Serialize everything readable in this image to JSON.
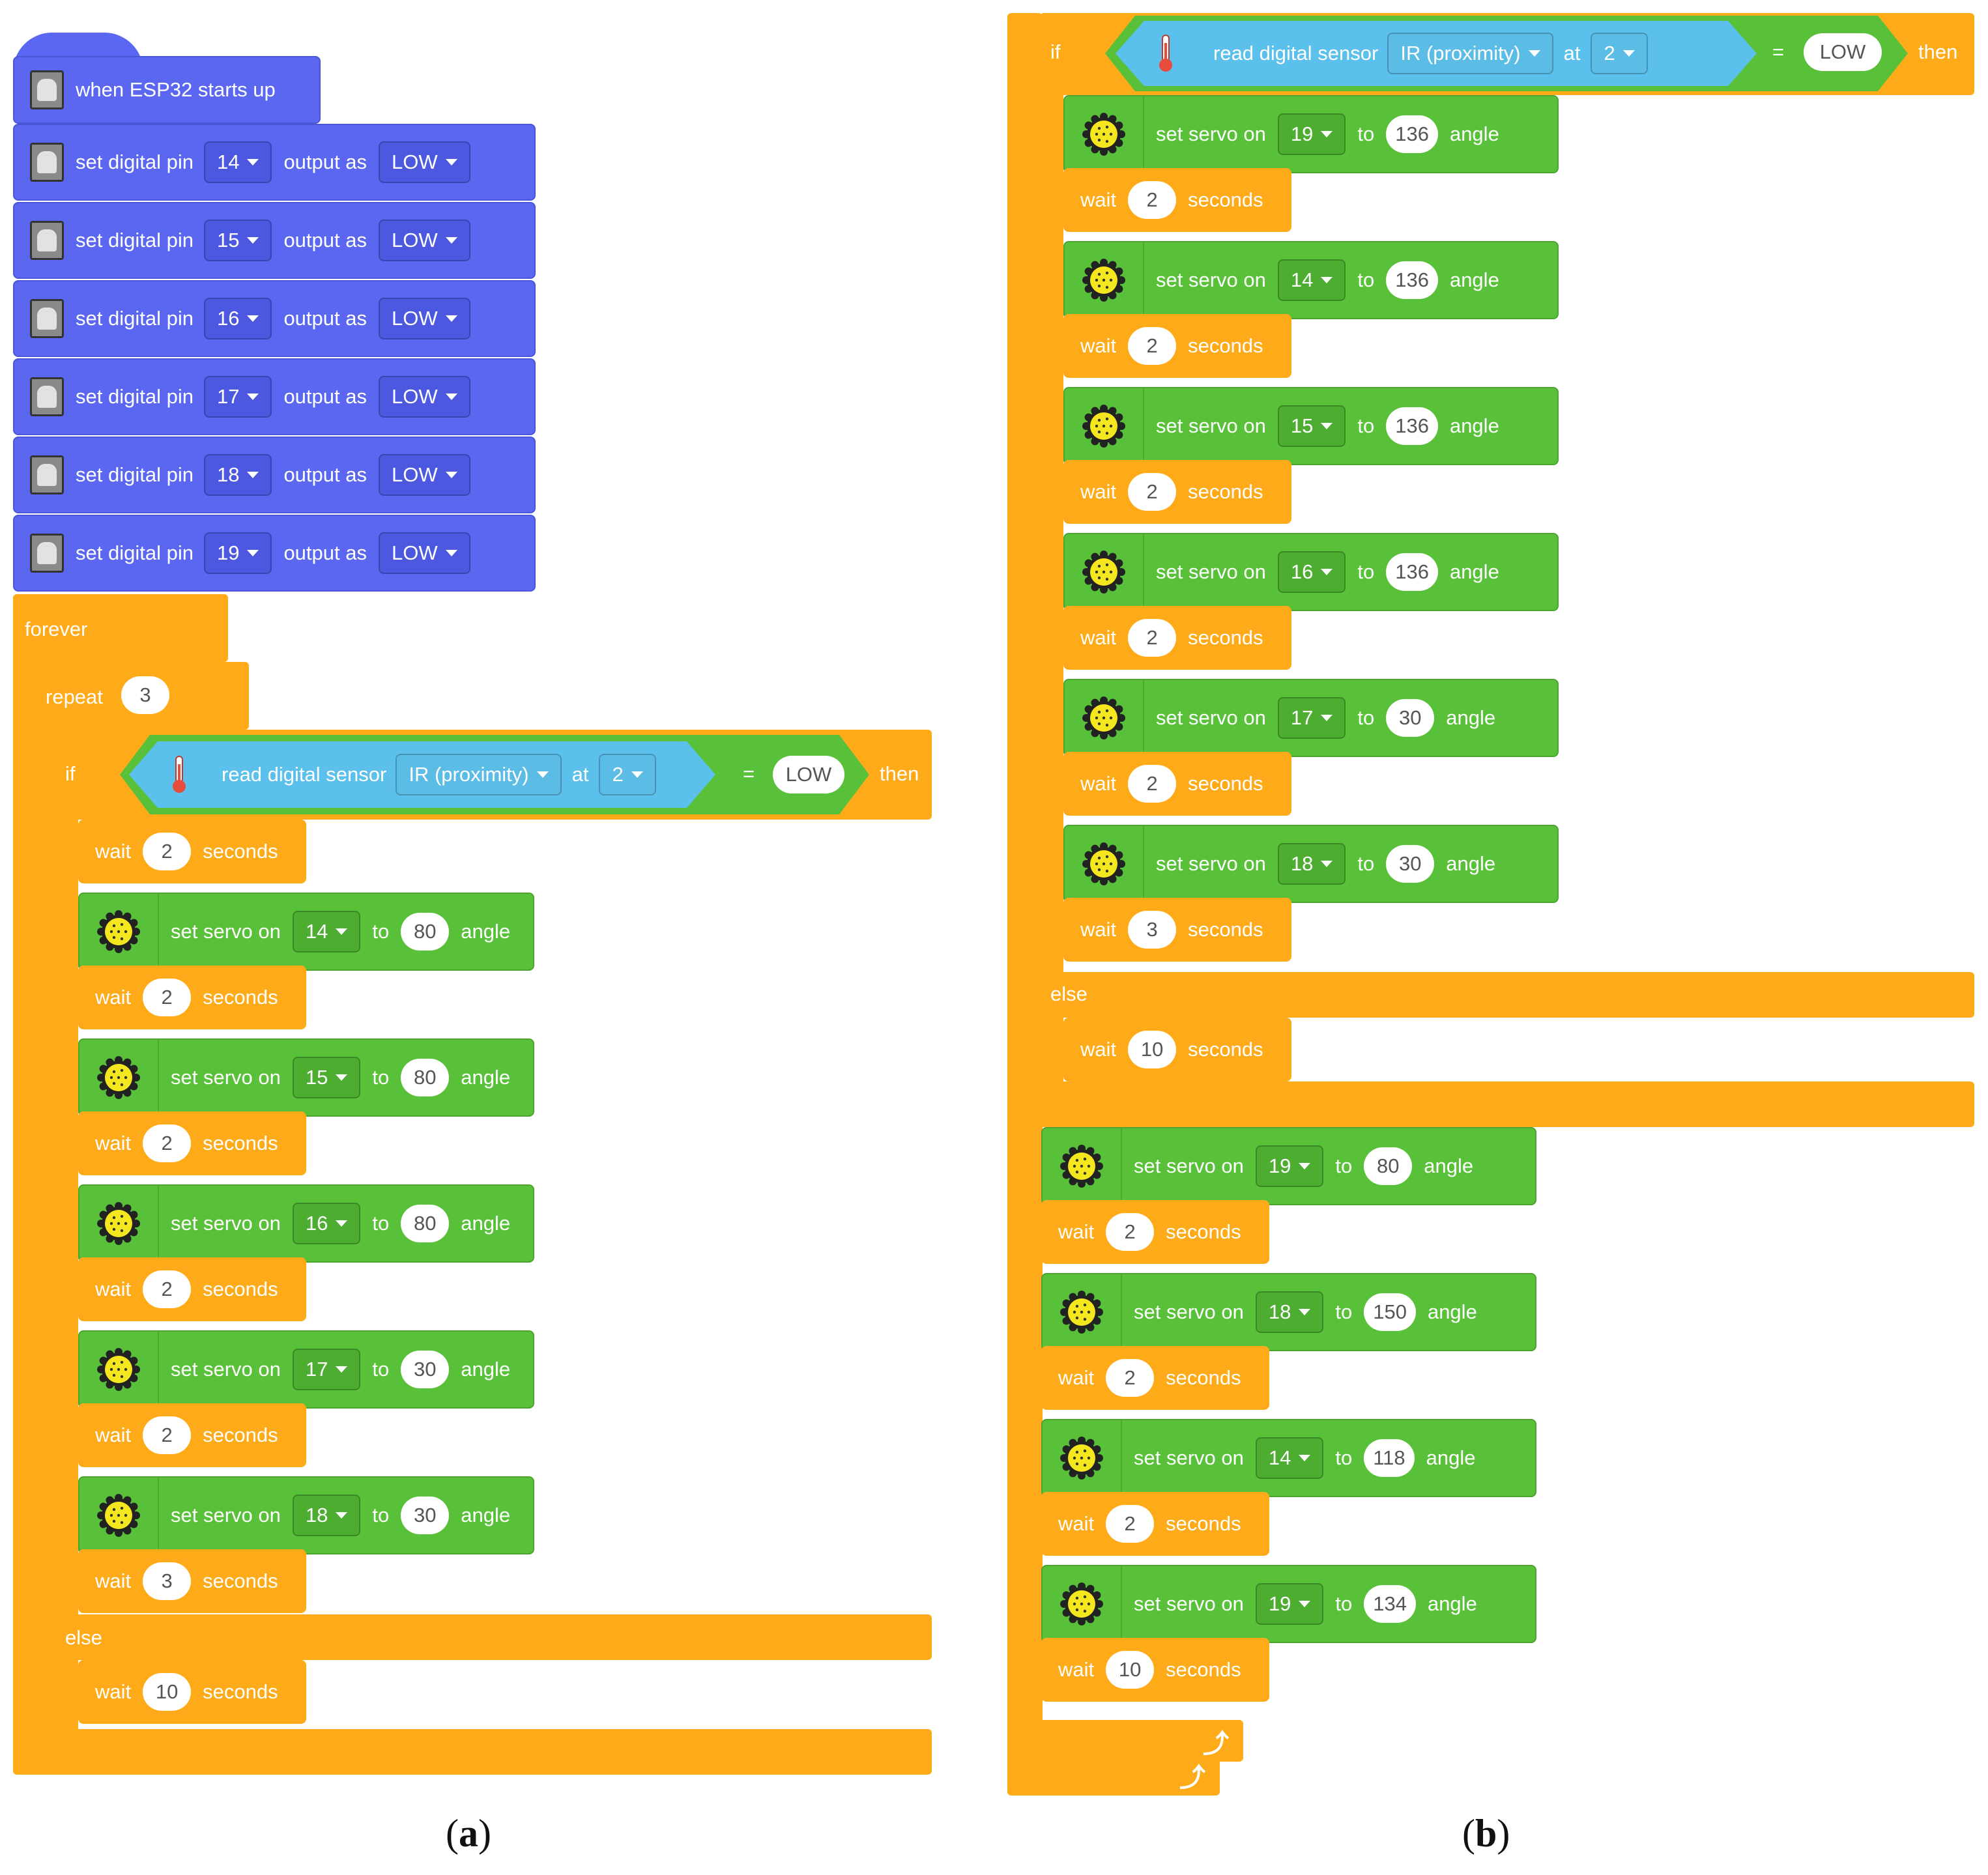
{
  "panel_a": {
    "caption_letter": "a",
    "hat_label": "when ESP32 starts up",
    "pin_blocks": [
      {
        "label": "set digital pin",
        "pin": "14",
        "mid": "output as",
        "level": "LOW"
      },
      {
        "label": "set digital pin",
        "pin": "15",
        "mid": "output as",
        "level": "LOW"
      },
      {
        "label": "set digital pin",
        "pin": "16",
        "mid": "output as",
        "level": "LOW"
      },
      {
        "label": "set digital pin",
        "pin": "17",
        "mid": "output as",
        "level": "LOW"
      },
      {
        "label": "set digital pin",
        "pin": "18",
        "mid": "output as",
        "level": "LOW"
      },
      {
        "label": "set digital pin",
        "pin": "19",
        "mid": "output as",
        "level": "LOW"
      }
    ],
    "forever_label": "forever",
    "repeat_label": "repeat",
    "repeat_count": "3",
    "if_label": "if",
    "then_label": "then",
    "else_label": "else",
    "sensor": {
      "label": "read digital sensor",
      "type": "IR (proximity)",
      "at_label": "at",
      "pin": "2",
      "eq": "=",
      "value": "LOW"
    },
    "then_steps": [
      {
        "kind": "wait",
        "label": "wait",
        "value": "2",
        "unit": "seconds"
      },
      {
        "kind": "servo",
        "label": "set servo on",
        "pin": "14",
        "to": "to",
        "value": "80",
        "unit": "angle"
      },
      {
        "kind": "wait",
        "label": "wait",
        "value": "2",
        "unit": "seconds"
      },
      {
        "kind": "servo",
        "label": "set servo on",
        "pin": "15",
        "to": "to",
        "value": "80",
        "unit": "angle"
      },
      {
        "kind": "wait",
        "label": "wait",
        "value": "2",
        "unit": "seconds"
      },
      {
        "kind": "servo",
        "label": "set servo on",
        "pin": "16",
        "to": "to",
        "value": "80",
        "unit": "angle"
      },
      {
        "kind": "wait",
        "label": "wait",
        "value": "2",
        "unit": "seconds"
      },
      {
        "kind": "servo",
        "label": "set servo on",
        "pin": "17",
        "to": "to",
        "value": "30",
        "unit": "angle"
      },
      {
        "kind": "wait",
        "label": "wait",
        "value": "2",
        "unit": "seconds"
      },
      {
        "kind": "servo",
        "label": "set servo on",
        "pin": "18",
        "to": "to",
        "value": "30",
        "unit": "angle"
      },
      {
        "kind": "wait",
        "label": "wait",
        "value": "3",
        "unit": "seconds"
      }
    ],
    "else_steps": [
      {
        "kind": "wait",
        "label": "wait",
        "value": "10",
        "unit": "seconds"
      }
    ]
  },
  "panel_b": {
    "caption_letter": "b",
    "if_label": "if",
    "then_label": "then",
    "else_label": "else",
    "sensor": {
      "label": "read digital sensor",
      "type": "IR (proximity)",
      "at_label": "at",
      "pin": "2",
      "eq": "=",
      "value": "LOW"
    },
    "then_steps": [
      {
        "kind": "servo",
        "label": "set servo on",
        "pin": "19",
        "to": "to",
        "value": "136",
        "unit": "angle"
      },
      {
        "kind": "wait",
        "label": "wait",
        "value": "2",
        "unit": "seconds"
      },
      {
        "kind": "servo",
        "label": "set servo on",
        "pin": "14",
        "to": "to",
        "value": "136",
        "unit": "angle"
      },
      {
        "kind": "wait",
        "label": "wait",
        "value": "2",
        "unit": "seconds"
      },
      {
        "kind": "servo",
        "label": "set servo on",
        "pin": "15",
        "to": "to",
        "value": "136",
        "unit": "angle"
      },
      {
        "kind": "wait",
        "label": "wait",
        "value": "2",
        "unit": "seconds"
      },
      {
        "kind": "servo",
        "label": "set servo on",
        "pin": "16",
        "to": "to",
        "value": "136",
        "unit": "angle"
      },
      {
        "kind": "wait",
        "label": "wait",
        "value": "2",
        "unit": "seconds"
      },
      {
        "kind": "servo",
        "label": "set servo on",
        "pin": "17",
        "to": "to",
        "value": "30",
        "unit": "angle"
      },
      {
        "kind": "wait",
        "label": "wait",
        "value": "2",
        "unit": "seconds"
      },
      {
        "kind": "servo",
        "label": "set servo on",
        "pin": "18",
        "to": "to",
        "value": "30",
        "unit": "angle"
      },
      {
        "kind": "wait",
        "label": "wait",
        "value": "3",
        "unit": "seconds"
      }
    ],
    "else_steps": [
      {
        "kind": "wait",
        "label": "wait",
        "value": "10",
        "unit": "seconds"
      }
    ],
    "after_steps": [
      {
        "kind": "servo",
        "label": "set servo on",
        "pin": "19",
        "to": "to",
        "value": "80",
        "unit": "angle"
      },
      {
        "kind": "wait",
        "label": "wait",
        "value": "2",
        "unit": "seconds"
      },
      {
        "kind": "servo",
        "label": "set servo on",
        "pin": "18",
        "to": "to",
        "value": "150",
        "unit": "angle"
      },
      {
        "kind": "wait",
        "label": "wait",
        "value": "2",
        "unit": "seconds"
      },
      {
        "kind": "servo",
        "label": "set servo on",
        "pin": "14",
        "to": "to",
        "value": "118",
        "unit": "angle"
      },
      {
        "kind": "wait",
        "label": "wait",
        "value": "2",
        "unit": "seconds"
      },
      {
        "kind": "servo",
        "label": "set servo on",
        "pin": "19",
        "to": "to",
        "value": "134",
        "unit": "angle"
      },
      {
        "kind": "wait",
        "label": "wait",
        "value": "10",
        "unit": "seconds"
      }
    ]
  },
  "colors": {
    "control": "#ffab19",
    "servo": "#59c03a",
    "pin": "#5b67f0",
    "sensor": "#5bc0eb"
  },
  "icons": {
    "hat": "esp32-board-icon",
    "pin": "esp32-board-icon",
    "servo": "servo-gear-icon",
    "sensor": "thermometer-icon",
    "loop_end": "loop-arrow-icon"
  }
}
